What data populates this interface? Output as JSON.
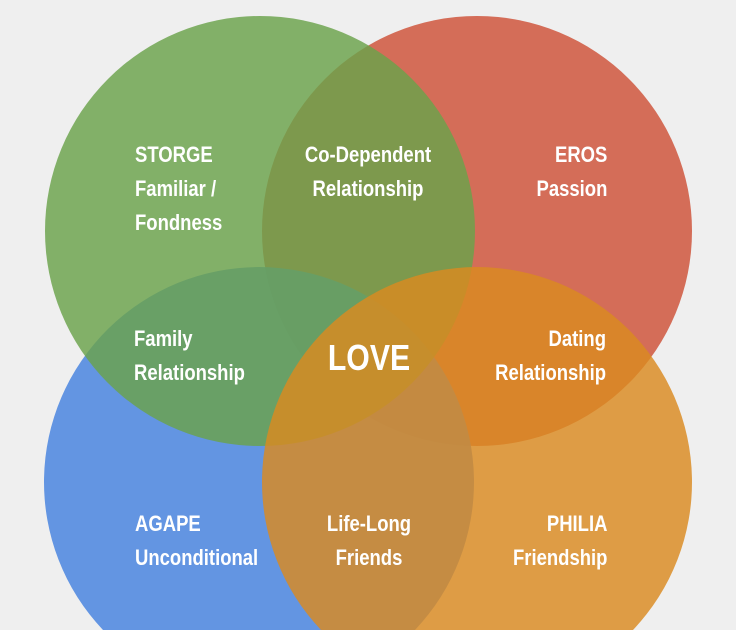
{
  "colors": {
    "background": "#efefef",
    "storge": "#74a853",
    "eros": "#d2654f",
    "agape": "#5b8fe0",
    "philia": "#db8f2a"
  },
  "circles": {
    "storge": {
      "title": "STORGE",
      "lines": [
        "STORGE",
        "Familiar /",
        "Fondness"
      ]
    },
    "eros": {
      "lines": [
        "EROS",
        "Passion"
      ]
    },
    "agape": {
      "lines": [
        "AGAPE",
        "Unconditional"
      ]
    },
    "philia": {
      "lines": [
        "PHILIA",
        "Friendship"
      ]
    }
  },
  "overlaps": {
    "codependent": [
      "Co-Dependent",
      "Relationship"
    ],
    "family": [
      "Family",
      "Relationship"
    ],
    "dating": [
      "Dating",
      "Relationship"
    ],
    "lifelong": [
      "Life-Long",
      "Friends"
    ],
    "center": "LOVE"
  }
}
